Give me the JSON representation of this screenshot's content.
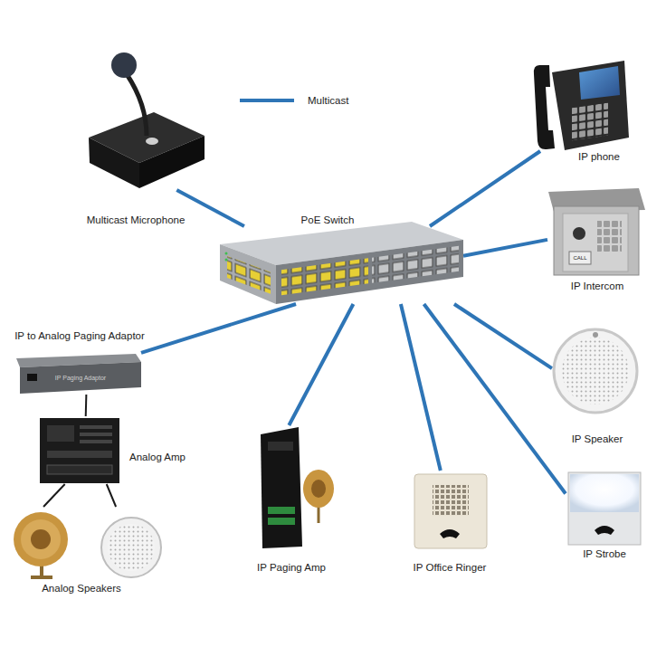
{
  "diagram": {
    "nodes": [
      {
        "text": [
          "Multicast Microphone"
        ]
      },
      {
        "text": [
          "IP phone"
        ]
      },
      {
        "text": [
          "PoE Switch"
        ]
      },
      {
        "text": [
          "IP Intercom"
        ]
      },
      {
        "text": [
          "IP to Analog Paging Adaptor"
        ]
      },
      {
        "text": [
          "Analog Amp"
        ]
      },
      {
        "text": [
          "IP Speaker"
        ]
      },
      {
        "text": [
          "Analog Speakers"
        ]
      },
      {
        "text": [
          "IP Paging Amp"
        ]
      },
      {
        "text": [
          "IP Office Ringer"
        ]
      },
      {
        "text": [
          "IP Strobe"
        ]
      }
    ],
    "edges": [
      {
        "from": 0,
        "to": 2,
        "arrow": "none"
      },
      {
        "from": 2,
        "to": 1,
        "arrow": "none"
      },
      {
        "from": 2,
        "to": 3,
        "arrow": "none"
      },
      {
        "from": 2,
        "to": 4,
        "arrow": "none"
      },
      {
        "from": 2,
        "to": 8,
        "arrow": "none"
      },
      {
        "from": 2,
        "to": 9,
        "arrow": "none"
      },
      {
        "from": 2,
        "to": 6,
        "arrow": "none"
      },
      {
        "from": 2,
        "to": 10,
        "arrow": "none"
      },
      {
        "from": 4,
        "to": 5,
        "arrow": "none"
      },
      {
        "from": 5,
        "to": 7,
        "arrow": "none"
      },
      {
        "from": 5,
        "to": 7,
        "arrow": "none"
      }
    ],
    "labels": [
      "IP Paging Adaptor",
      "CALL"
    ],
    "legend": [
      {
        "text": "Multicast"
      }
    ]
  }
}
